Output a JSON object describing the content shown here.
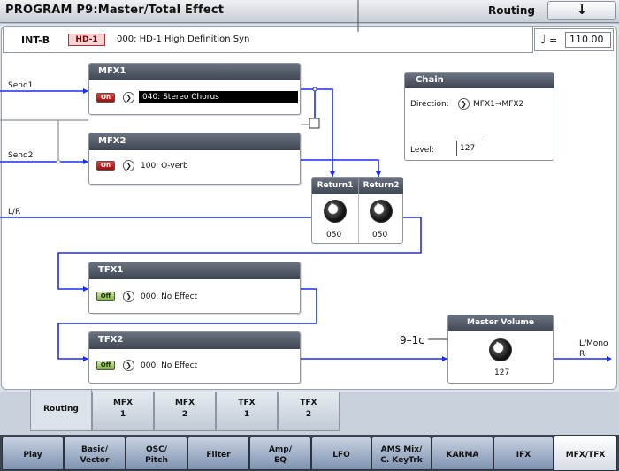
{
  "header": {
    "title": "PROGRAM P9:Master/Total Effect",
    "section": "Routing",
    "menu_icon": "↓"
  },
  "program": {
    "bank": "INT-B",
    "badge": "HD-1",
    "name": "000: HD-1 High Definition Syn"
  },
  "tempo": {
    "note_symbol": "♩",
    "eq": "=",
    "value": "110.00"
  },
  "routing": {
    "send1": "Send1",
    "send2": "Send2",
    "lr": "L/R",
    "lmono": "L/Mono",
    "r": "R",
    "callout": "9–1c"
  },
  "mfx1": {
    "title": "MFX1",
    "switch": "On",
    "effect": "040: Stereo Chorus"
  },
  "mfx2": {
    "title": "MFX2",
    "switch": "On",
    "effect": "100: O-verb"
  },
  "tfx1": {
    "title": "TFX1",
    "switch": "Off",
    "effect": "000: No Effect"
  },
  "tfx2": {
    "title": "TFX2",
    "switch": "Off",
    "effect": "000: No Effect"
  },
  "chain": {
    "title": "Chain",
    "direction_label": "Direction:",
    "direction_value": "MFX1→MFX2",
    "level_label": "Level:",
    "level_value": "127"
  },
  "returns": {
    "return1_label": "Return1",
    "return1_value": "050",
    "return2_label": "Return2",
    "return2_value": "050"
  },
  "master": {
    "title": "Master Volume",
    "value": "127"
  },
  "subtabs": [
    {
      "line1": "Routing",
      "line2": ""
    },
    {
      "line1": "MFX",
      "line2": "1"
    },
    {
      "line1": "MFX",
      "line2": "2"
    },
    {
      "line1": "TFX",
      "line2": "1"
    },
    {
      "line1": "TFX",
      "line2": "2"
    }
  ],
  "maintabs": [
    {
      "line1": "Play",
      "line2": ""
    },
    {
      "line1": "Basic/",
      "line2": "Vector"
    },
    {
      "line1": "OSC/",
      "line2": "Pitch"
    },
    {
      "line1": "Filter",
      "line2": ""
    },
    {
      "line1": "Amp/",
      "line2": "EQ"
    },
    {
      "line1": "LFO",
      "line2": ""
    },
    {
      "line1": "AMS Mix/",
      "line2": "C. KeyTrk"
    },
    {
      "line1": "KARMA",
      "line2": ""
    },
    {
      "line1": "IFX",
      "line2": ""
    },
    {
      "line1": "MFX/TFX",
      "line2": ""
    }
  ],
  "colors": {
    "signal": "#1a2ff0",
    "bus": "#9aa0a8",
    "panel_header": "#4a5160"
  }
}
